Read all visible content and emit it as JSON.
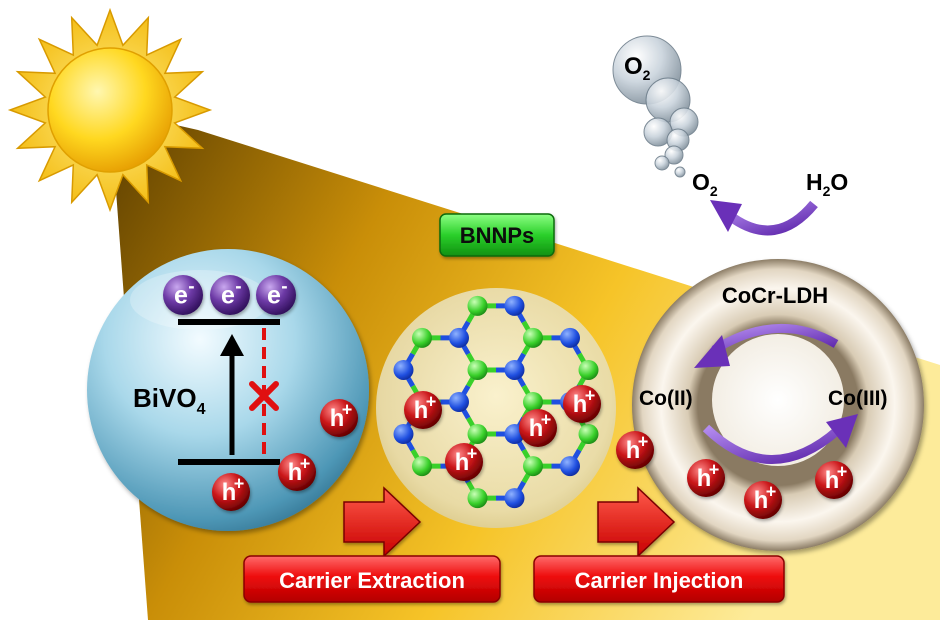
{
  "diagram": {
    "material_bivo4": {
      "base": "BiVO",
      "sub": "4"
    },
    "electron": {
      "glyph": "e",
      "charge": "-"
    },
    "hole": {
      "glyph": "h",
      "charge": "+"
    },
    "bnnps_label": "BNNPs",
    "ldh": {
      "name": "CoCr-LDH",
      "state_left": "Co(II)",
      "state_right": "Co(III)"
    },
    "oxygen_bubble": {
      "base": "O",
      "sub": "2"
    },
    "product": {
      "base": "O",
      "sub": "2"
    },
    "reactant": {
      "base": "H",
      "sub1": "2",
      "tail": "O"
    },
    "steps": {
      "extraction": "Carrier Extraction",
      "injection": "Carrier Injection"
    },
    "colors": {
      "beam_dark": "#7a5400",
      "beam_light": "#f7c325",
      "sun": "#ffd21c",
      "sphere": "#8fc9e0",
      "electron": "#6c3ba1",
      "hole": "#c3121a",
      "boron": "#1f4fe0",
      "nitrogen": "#39d02a",
      "label_green": "#22cc22",
      "ldh_ring": "#e9dcc8",
      "cycle_arrow": "#7b3cc9",
      "step_red": "#e80000"
    }
  }
}
